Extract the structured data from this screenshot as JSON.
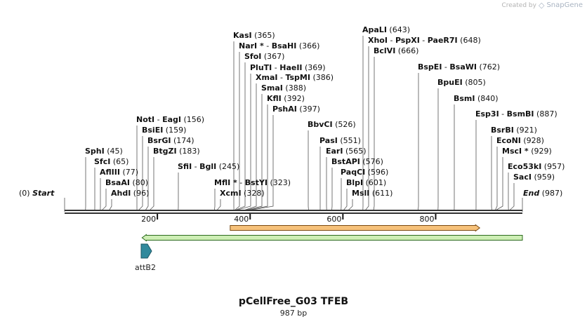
{
  "branding": {
    "prefix": "Created by",
    "name": "SnapGene",
    "logo_icon": "snapgene-logo-icon"
  },
  "map": {
    "title": "pCellFree_G03 TFEB",
    "length_label": "987 bp",
    "start_label": "Start",
    "start_pos": "(0)",
    "end_label": "End",
    "end_pos": "(987)",
    "total_bp": 987
  },
  "ruler_ticks": [
    {
      "bp": 200,
      "label": "200"
    },
    {
      "bp": 400,
      "label": "400"
    },
    {
      "bp": 600,
      "label": "600"
    },
    {
      "bp": 800,
      "label": "800"
    }
  ],
  "colors": {
    "backbone": "#333333",
    "feature_orange_fill": "#f6c17a",
    "feature_orange_stroke": "#7a4a12",
    "feature_green_fill": "#cdeeb4",
    "feature_green_stroke": "#2c6b1e",
    "attb2_fill": "#31899c",
    "attb2_stroke": "#1d5663"
  },
  "features": [
    {
      "name": "orange-feature-arrow",
      "start": 357,
      "end": 895,
      "fill": "#f6c17a",
      "stroke": "#7a4a12",
      "direction": "forward"
    },
    {
      "name": "green-feature-arrow",
      "start": 167,
      "end": 987,
      "fill": "#cdeeb4",
      "stroke": "#2c6b1e",
      "direction": "reverse"
    }
  ],
  "attb2": {
    "label": "attB2",
    "pos": 175
  },
  "sites": [
    {
      "name": "SphI",
      "pos": "(45)",
      "bp": 45
    },
    {
      "name": "SfcI",
      "pos": "(65)",
      "bp": 65
    },
    {
      "name": "AflIII",
      "pos": "(77)",
      "bp": 77
    },
    {
      "name": "BsaAI",
      "pos": "(80)",
      "bp": 80
    },
    {
      "name": "AhdI",
      "pos": "(96)",
      "bp": 96
    },
    {
      "name": "NotI",
      "alias": "EagI",
      "pos": "(156)",
      "bp": 156
    },
    {
      "name": "BsiEI",
      "pos": "(159)",
      "bp": 159
    },
    {
      "name": "BsrGI",
      "pos": "(174)",
      "bp": 174
    },
    {
      "name": "BtgZI",
      "pos": "(183)",
      "bp": 183
    },
    {
      "name": "SfiI",
      "alias": "BglI",
      "pos": "(245)",
      "bp": 245
    },
    {
      "name": "MflI",
      "star": true,
      "alias": "BstYI",
      "pos": "(323)",
      "bp": 323
    },
    {
      "name": "XcmI",
      "pos": "(328)",
      "bp": 328
    },
    {
      "name": "KasI",
      "pos": "(365)",
      "bp": 365
    },
    {
      "name": "NarI",
      "star": true,
      "alias": "BsaHI",
      "pos": "(366)",
      "bp": 366
    },
    {
      "name": "SfoI",
      "pos": "(367)",
      "bp": 367
    },
    {
      "name": "PluTI",
      "alias": "HaeII",
      "pos": "(369)",
      "bp": 369
    },
    {
      "name": "XmaI",
      "alias": "TspMI",
      "pos": "(386)",
      "bp": 386
    },
    {
      "name": "SmaI",
      "pos": "(388)",
      "bp": 388
    },
    {
      "name": "KflI",
      "pos": "(392)",
      "bp": 392
    },
    {
      "name": "PshAI",
      "pos": "(397)",
      "bp": 397
    },
    {
      "name": "BbvCI",
      "pos": "(526)",
      "bp": 526
    },
    {
      "name": "PasI",
      "pos": "(551)",
      "bp": 551
    },
    {
      "name": "EarI",
      "pos": "(565)",
      "bp": 565
    },
    {
      "name": "BstAPI",
      "pos": "(576)",
      "bp": 576
    },
    {
      "name": "PaqCI",
      "pos": "(596)",
      "bp": 596
    },
    {
      "name": "BlpI",
      "pos": "(601)",
      "bp": 601
    },
    {
      "name": "MslI",
      "pos": "(611)",
      "bp": 611
    },
    {
      "name": "ApaLI",
      "pos": "(643)",
      "bp": 643
    },
    {
      "name": "XhoI",
      "alias": "PspXI",
      "alias2": "PaeR7I",
      "pos": "(648)",
      "bp": 648
    },
    {
      "name": "BclVI",
      "pos": "(666)",
      "bp": 666
    },
    {
      "name": "BspEI",
      "alias": "BsaWI",
      "pos": "(762)",
      "bp": 762
    },
    {
      "name": "BpuEI",
      "pos": "(805)",
      "bp": 805
    },
    {
      "name": "BsmI",
      "pos": "(840)",
      "bp": 840
    },
    {
      "name": "Esp3I",
      "alias": "BsmBI",
      "pos": "(887)",
      "bp": 887
    },
    {
      "name": "BsrBI",
      "pos": "(921)",
      "bp": 921
    },
    {
      "name": "EcoNI",
      "pos": "(928)",
      "bp": 928
    },
    {
      "name": "MscI",
      "star": true,
      "pos": "(929)",
      "bp": 929
    },
    {
      "name": "Eco53kI",
      "pos": "(957)",
      "bp": 957
    },
    {
      "name": "SacI",
      "pos": "(959)",
      "bp": 959
    }
  ]
}
